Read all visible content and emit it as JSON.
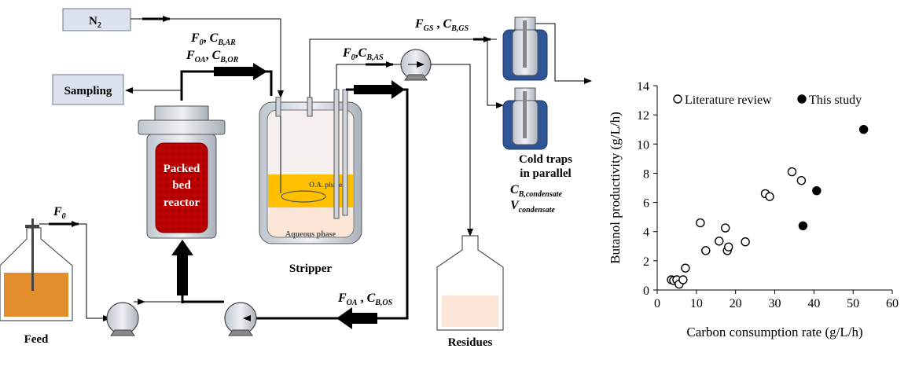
{
  "diagram": {
    "n2": {
      "label": "N",
      "sub": "2"
    },
    "sampling": "Sampling",
    "reactor": {
      "line1": "Packed",
      "line2": "bed",
      "line3": "reactor"
    },
    "stripper": {
      "label": "Stripper",
      "oa_phase": "O.A. phase",
      "aqueous_phase": "Aqueous phase"
    },
    "feed": "Feed",
    "residues": "Residues",
    "cold_traps": {
      "line1": "Cold traps",
      "line2": "in parallel"
    },
    "flow_f0_feed": {
      "F": "F",
      "sub": "0"
    },
    "flow_reactor_out": {
      "l1_F": "F",
      "l1_Fsub": "0",
      "l1_C": "C",
      "l1_Csub": "B,AR",
      "l2_F": "F",
      "l2_Fsub": "OA",
      "l2_C": "C",
      "l2_Csub": "B,OR"
    },
    "flow_stripper_aq": {
      "F": "F",
      "Fsub": "0",
      "C": "C",
      "Csub": "B,AS"
    },
    "flow_gas": {
      "F": "F",
      "Fsub": "GS",
      "C": "C",
      "Csub": "B,GS"
    },
    "flow_oa_return": {
      "F": "F",
      "Fsub": "OA",
      "C": "C",
      "Csub": "B,OS"
    },
    "condensate": {
      "C": "C",
      "Csub": "B,condensate",
      "V": "V",
      "Vsub": "condensate"
    },
    "colors": {
      "reactor_red": "#c00000",
      "oa_yellow": "#ffc000",
      "feed_orange": "#e38d2c",
      "trap_blue": "#2f5597",
      "residue_fill": "#fbe5d6"
    }
  },
  "chart_data": {
    "type": "scatter",
    "xlabel": "Carbon consumption rate (g/L/h)",
    "ylabel": "Butanol productivity (g/L/h)",
    "xlim": [
      0,
      60
    ],
    "ylim": [
      0,
      14
    ],
    "xticks": [
      0,
      10,
      20,
      30,
      40,
      50,
      60
    ],
    "yticks": [
      0,
      2,
      4,
      6,
      8,
      10,
      12,
      14
    ],
    "xtick_labels": [
      "0",
      "10",
      "20",
      "30",
      "40",
      "50",
      "60"
    ],
    "ytick_labels": [
      "0",
      "2",
      "4",
      "6",
      "8",
      "10",
      "12",
      "14"
    ],
    "legend_position": "top-left",
    "grid": false,
    "series": [
      {
        "name": "Literature review",
        "marker": "open-circle",
        "points": [
          [
            3.6,
            0.7
          ],
          [
            4.2,
            0.65
          ],
          [
            5.0,
            0.7
          ],
          [
            5.6,
            0.4
          ],
          [
            6.6,
            0.7
          ],
          [
            7.2,
            1.5
          ],
          [
            11.0,
            4.6
          ],
          [
            12.4,
            2.7
          ],
          [
            15.8,
            3.35
          ],
          [
            17.4,
            4.25
          ],
          [
            17.9,
            2.7
          ],
          [
            18.2,
            2.95
          ],
          [
            22.5,
            3.3
          ],
          [
            27.6,
            6.6
          ],
          [
            28.7,
            6.4
          ],
          [
            34.4,
            8.1
          ],
          [
            36.8,
            7.5
          ]
        ]
      },
      {
        "name": "This study",
        "marker": "filled-circle",
        "points": [
          [
            37.2,
            4.4
          ],
          [
            40.7,
            6.8
          ],
          [
            52.7,
            11.0
          ]
        ]
      }
    ]
  }
}
